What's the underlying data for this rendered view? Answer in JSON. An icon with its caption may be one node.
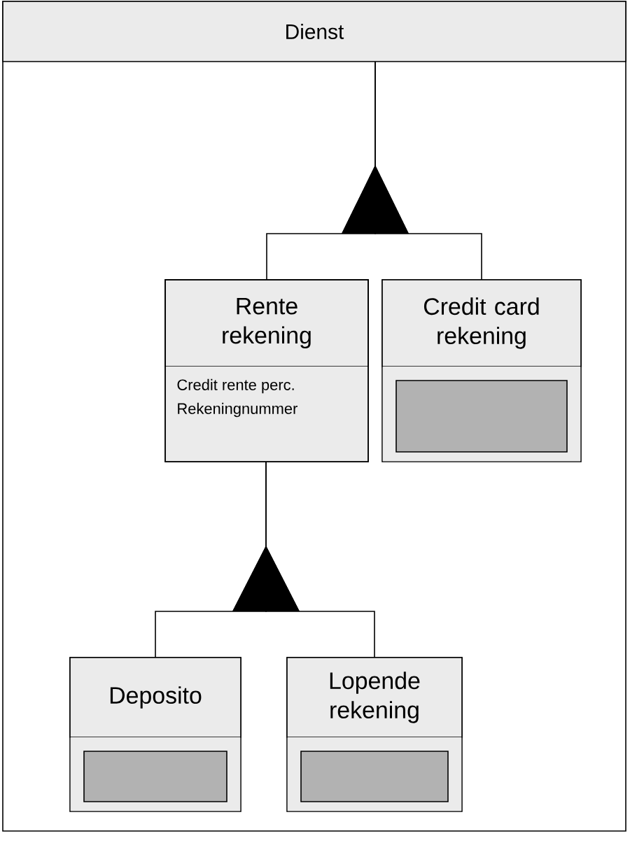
{
  "diagram": {
    "nodes": [
      {
        "text": [
          "Dienst"
        ]
      },
      {
        "text": [
          "Rente rekening",
          "Credit rente perc.",
          "Rekeningnummer"
        ],
        "in": 0
      },
      {
        "text": [
          "Credit card rekening"
        ],
        "in": 0
      },
      {
        "text": [
          "Deposito"
        ],
        "in": 0
      },
      {
        "text": [
          "Lopende rekening"
        ],
        "in": 0
      }
    ],
    "edges": [
      {
        "from": 1,
        "to": 0,
        "arrow": "to"
      },
      {
        "from": 2,
        "to": 0,
        "arrow": "to"
      },
      {
        "from": 3,
        "to": 1,
        "arrow": "to"
      },
      {
        "from": 4,
        "to": 1,
        "arrow": "to"
      }
    ]
  }
}
